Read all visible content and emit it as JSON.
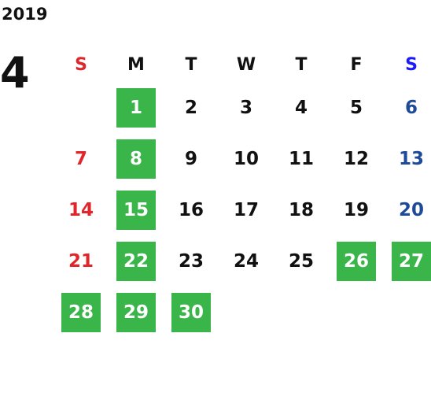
{
  "year": "2019",
  "month": "4",
  "colors": {
    "sunday": "#e0262b",
    "saturday_header": "#1a1aff",
    "saturday": "#1e4a9a",
    "weekday": "#111111",
    "highlight_bg": "#3ab54a",
    "highlight_text": "#ffffff"
  },
  "weekdays": [
    "S",
    "M",
    "T",
    "W",
    "T",
    "F",
    "S"
  ],
  "days": [
    {
      "label": "",
      "hl": false
    },
    {
      "label": "1",
      "hl": true
    },
    {
      "label": "2",
      "hl": false
    },
    {
      "label": "3",
      "hl": false
    },
    {
      "label": "4",
      "hl": false
    },
    {
      "label": "5",
      "hl": false
    },
    {
      "label": "6",
      "hl": false
    },
    {
      "label": "7",
      "hl": false
    },
    {
      "label": "8",
      "hl": true
    },
    {
      "label": "9",
      "hl": false
    },
    {
      "label": "10",
      "hl": false
    },
    {
      "label": "11",
      "hl": false
    },
    {
      "label": "12",
      "hl": false
    },
    {
      "label": "13",
      "hl": false
    },
    {
      "label": "14",
      "hl": false
    },
    {
      "label": "15",
      "hl": true
    },
    {
      "label": "16",
      "hl": false
    },
    {
      "label": "17",
      "hl": false
    },
    {
      "label": "18",
      "hl": false
    },
    {
      "label": "19",
      "hl": false
    },
    {
      "label": "20",
      "hl": false
    },
    {
      "label": "21",
      "hl": false
    },
    {
      "label": "22",
      "hl": true
    },
    {
      "label": "23",
      "hl": false
    },
    {
      "label": "24",
      "hl": false
    },
    {
      "label": "25",
      "hl": false
    },
    {
      "label": "26",
      "hl": true
    },
    {
      "label": "27",
      "hl": true
    },
    {
      "label": "28",
      "hl": true
    },
    {
      "label": "29",
      "hl": true
    },
    {
      "label": "30",
      "hl": true
    },
    {
      "label": "",
      "hl": false
    },
    {
      "label": "",
      "hl": false
    },
    {
      "label": "",
      "hl": false
    },
    {
      "label": "",
      "hl": false
    }
  ]
}
